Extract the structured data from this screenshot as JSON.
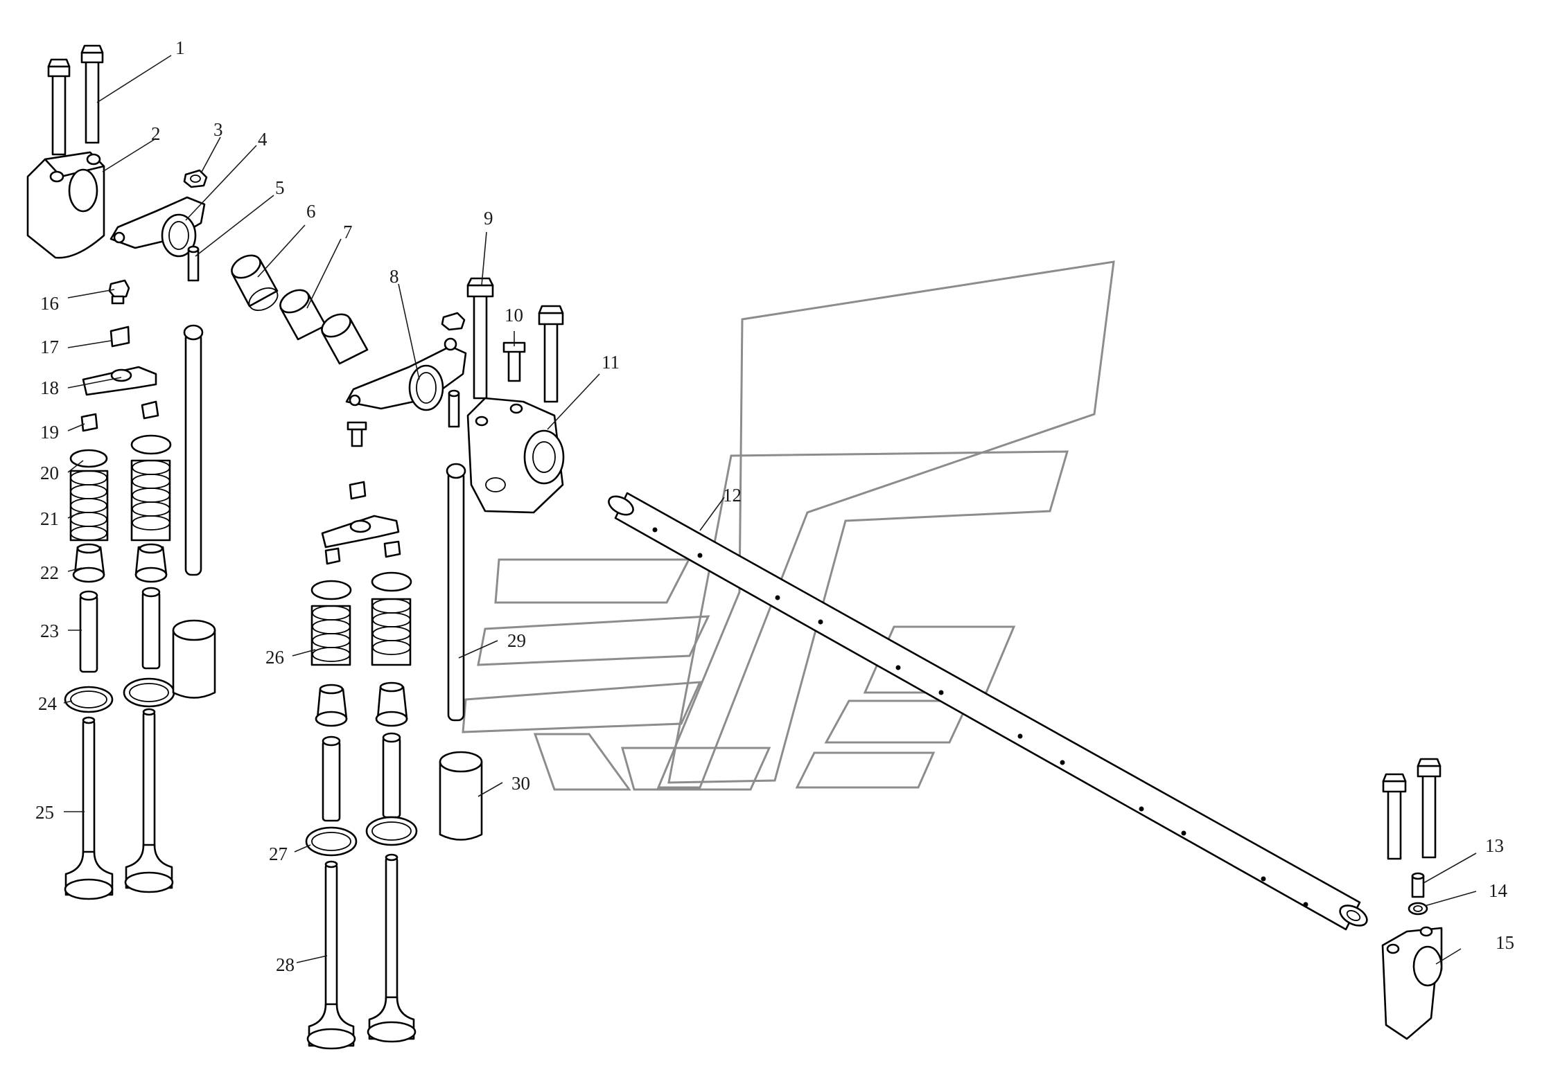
{
  "diagram": {
    "callouts": [
      {
        "id": "1",
        "label": "1"
      },
      {
        "id": "2",
        "label": "2"
      },
      {
        "id": "3",
        "label": "3"
      },
      {
        "id": "4",
        "label": "4"
      },
      {
        "id": "5",
        "label": "5"
      },
      {
        "id": "6",
        "label": "6"
      },
      {
        "id": "7",
        "label": "7"
      },
      {
        "id": "8",
        "label": "8"
      },
      {
        "id": "9",
        "label": "9"
      },
      {
        "id": "10",
        "label": "10"
      },
      {
        "id": "11",
        "label": "11"
      },
      {
        "id": "12",
        "label": "12"
      },
      {
        "id": "13",
        "label": "13"
      },
      {
        "id": "14",
        "label": "14"
      },
      {
        "id": "15",
        "label": "15"
      },
      {
        "id": "16",
        "label": "16"
      },
      {
        "id": "17",
        "label": "17"
      },
      {
        "id": "18",
        "label": "18"
      },
      {
        "id": "19",
        "label": "19"
      },
      {
        "id": "20",
        "label": "20"
      },
      {
        "id": "21",
        "label": "21"
      },
      {
        "id": "22",
        "label": "22"
      },
      {
        "id": "23",
        "label": "23"
      },
      {
        "id": "24",
        "label": "24"
      },
      {
        "id": "25",
        "label": "25"
      },
      {
        "id": "26",
        "label": "26"
      },
      {
        "id": "27",
        "label": "27"
      },
      {
        "id": "28",
        "label": "28"
      },
      {
        "id": "29",
        "label": "29"
      },
      {
        "id": "30",
        "label": "30"
      }
    ],
    "colors": {
      "line": "#000000",
      "watermark": "#8c8c8c",
      "background": "#ffffff"
    }
  }
}
